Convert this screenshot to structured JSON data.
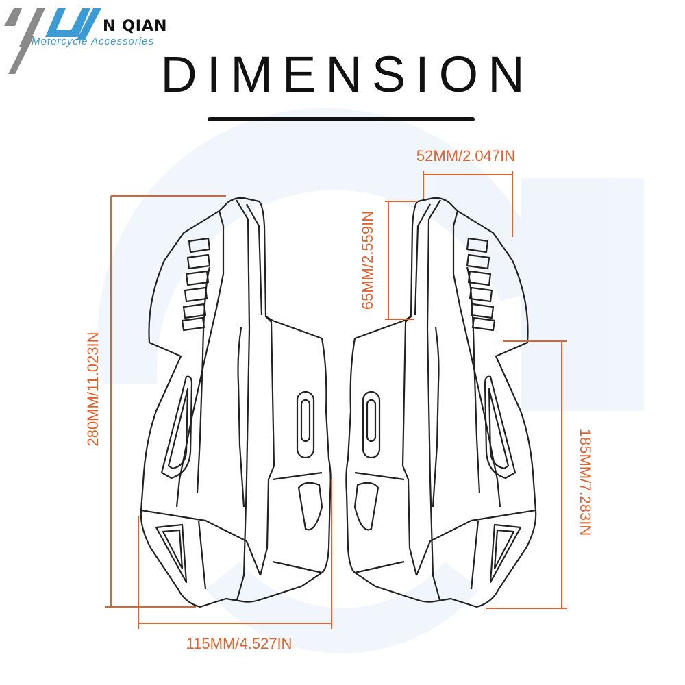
{
  "brand": {
    "logo_icon": "yuanqian-logo-mark",
    "name": "N QIAN",
    "subtitle": "Motorcycle Accessories"
  },
  "title": "DIMENSION",
  "colors": {
    "dimension": "#e0622e",
    "outline": "#222222",
    "watermark": "#dcebf6",
    "brand_blue": "#3c9bd4"
  },
  "dimensions": {
    "total_height": "280MM/11.023IN",
    "base_width": "115MM/4.527IN",
    "top_width": "52MM/2.047IN",
    "vent_height": "65MM/2.559IN",
    "lower_height": "185MM/7.283IN"
  }
}
